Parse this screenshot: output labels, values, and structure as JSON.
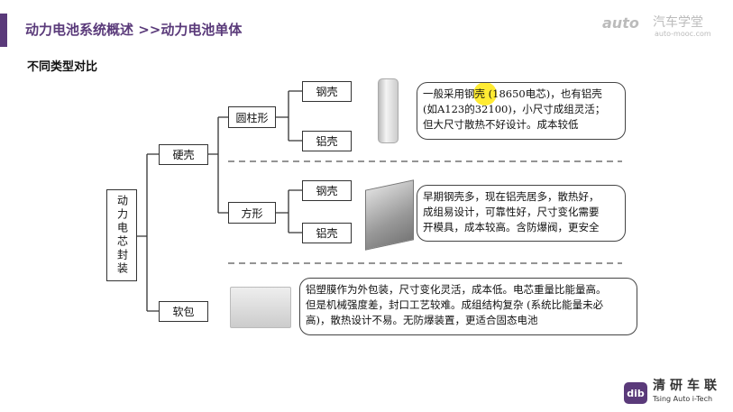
{
  "header": {
    "title": "动力电池系统概述 >>动力电池单体",
    "subtitle": "不同类型对比",
    "brand": {
      "mark": "auto",
      "name": "汽车学堂",
      "url": "auto-mooc.com"
    }
  },
  "tree": {
    "root": "动力电芯封装",
    "hard": "硬壳",
    "soft": "软包",
    "cylinder": "圆柱形",
    "prismatic": "方形",
    "steel1": "钢壳",
    "al1": "铝壳",
    "steel2": "钢壳",
    "al2": "铝壳"
  },
  "notes": {
    "cylinder": [
      "一般采用钢壳 (18650电芯)，也有铝壳",
      "(如A123的32100)，小尺寸成组灵活；",
      "但大尺寸散热不好设计。成本较低"
    ],
    "prismatic": [
      "早期钢壳多，现在铝壳居多，散热好，",
      "成组易设计，可靠性好，尺寸变化需要",
      "开模具，成本较高。含防爆阀，更安全"
    ],
    "pouch": [
      "铝塑膜作为外包装，尺寸变化灵活，成本低。电芯重量比能量高。",
      "但是机械强度差，封口工艺较难。成组结构复杂 (系统比能量未必",
      "高)，散热设计不易。无防爆装置，更适合固态电池"
    ]
  },
  "footer": {
    "mark": "dib",
    "name": "清研车联",
    "en": "Tsing Auto i-Tech"
  }
}
